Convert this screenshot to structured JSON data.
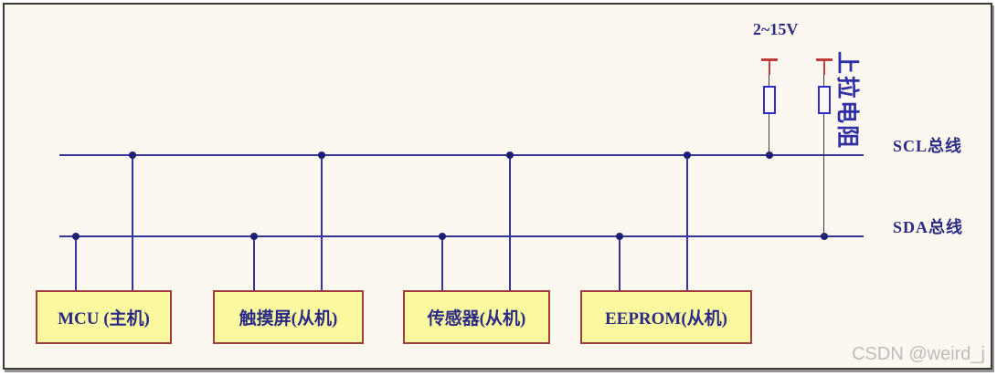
{
  "diagram": {
    "title_semantic": "I2C bus wiring diagram",
    "power_label": "2~15V",
    "pullup_label": "上拉电阻",
    "buses": [
      {
        "id": "scl",
        "label": "SCL总线"
      },
      {
        "id": "sda",
        "label": "SDA总线"
      }
    ],
    "devices": [
      {
        "label": "MCU (主机)"
      },
      {
        "label": "触摸屏(从机)"
      },
      {
        "label": "传感器(从机)"
      },
      {
        "label": "EEPROM(从机)"
      }
    ],
    "colors": {
      "background": "#fcf8ef",
      "bus_line": "#34349c",
      "junction_dot": "#1d1d74",
      "box_fill": "#fbf99f",
      "box_border": "#a23b3b",
      "label_text": "#2b2b85",
      "resistor_outline": "#2d2dcb",
      "power_rail": "#c13c3c"
    }
  },
  "watermark": "CSDN @weird_j"
}
